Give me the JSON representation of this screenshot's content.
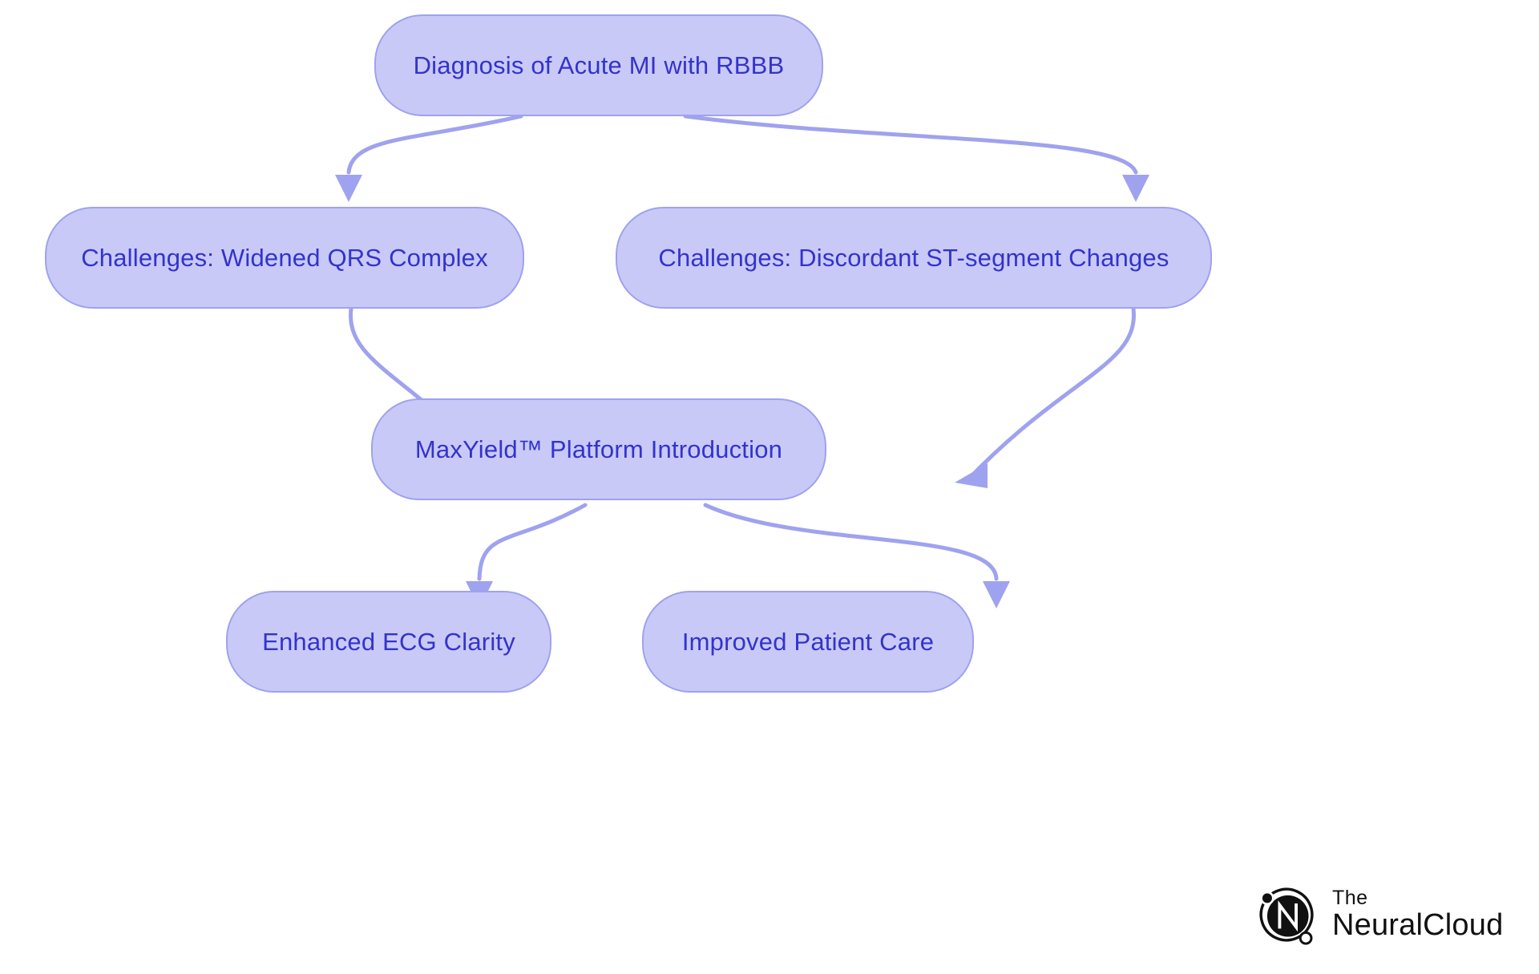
{
  "diagram": {
    "type": "flowchart",
    "direction": "top-down",
    "background_color": "#ffffff",
    "node_fill": "#c8c9f7",
    "node_border": "#9fa2ee",
    "node_text_color": "#3333cc",
    "edge_color": "#9fa2ee",
    "nodes": [
      {
        "id": "n1",
        "label": "Diagnosis of Acute MI with RBBB"
      },
      {
        "id": "n2",
        "label": "Challenges: Widened QRS Complex"
      },
      {
        "id": "n3",
        "label": "Challenges: Discordant ST-segment Changes"
      },
      {
        "id": "n4",
        "label": "MaxYield™ Platform Introduction"
      },
      {
        "id": "n5",
        "label": "Enhanced ECG Clarity"
      },
      {
        "id": "n6",
        "label": "Improved Patient Care"
      }
    ],
    "edges": [
      {
        "from": "n1",
        "to": "n2"
      },
      {
        "from": "n1",
        "to": "n3"
      },
      {
        "from": "n2",
        "to": "n4"
      },
      {
        "from": "n3",
        "to": "n4"
      },
      {
        "from": "n4",
        "to": "n5"
      },
      {
        "from": "n4",
        "to": "n6"
      }
    ]
  },
  "logo": {
    "mark": "neuralcloud-monogram-n",
    "line1": "The",
    "line2": "NeuralCloud",
    "color": "#111111"
  }
}
